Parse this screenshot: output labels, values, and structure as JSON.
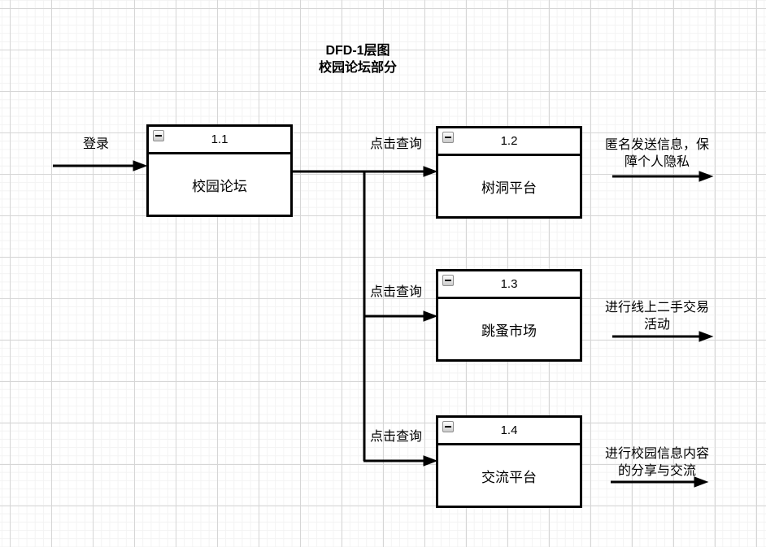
{
  "title": "DFD-1层图\n校园论坛部分",
  "processes": [
    {
      "id": "1.1",
      "name": "校园论坛"
    },
    {
      "id": "1.2",
      "name": "树洞平台"
    },
    {
      "id": "1.3",
      "name": "跳蚤市场"
    },
    {
      "id": "1.4",
      "name": "交流平台"
    }
  ],
  "labels": {
    "login": "登录",
    "query1": "点击查询",
    "query2": "点击查询",
    "query3": "点击查询",
    "output1": "匿名发送信息，保\n障个人隐私",
    "output2": "进行线上二手交易\n活动",
    "output3": "进行校园信息内容\n的分享与交流"
  },
  "colors": {
    "stroke": "#000000",
    "shape_fill": "#ffffff",
    "grid_minor": "#f3f3f3",
    "grid_major": "#d6d6d6"
  }
}
